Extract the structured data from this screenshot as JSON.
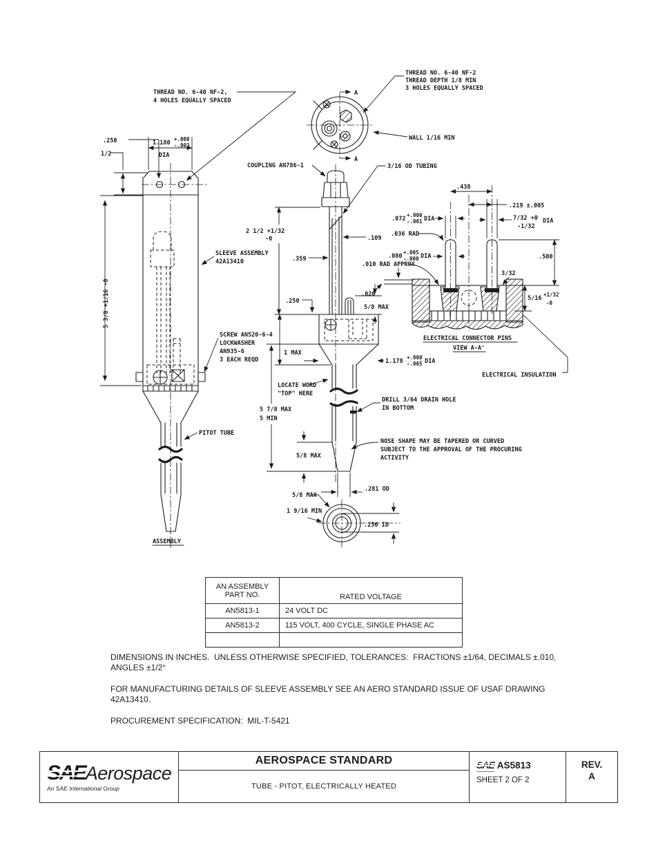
{
  "drawing": {
    "labels": {
      "thread4_1": "THREAD NO. 6-40 NF-2,",
      "thread4_2": "4 HOLES EQUALLY SPACED",
      "thread3_1": "THREAD NO. 6-40 NF-2",
      "thread3_2": "THREAD DEPTH 1/8 MIN",
      "thread3_3": "3 HOLES EQUALLY SPACED",
      "wall": "WALL 1/16 MIN",
      "section_a": "A",
      "dim_250": ".250",
      "dim_half": "1/2",
      "dia_1180": "1.180",
      "tol_p000": "+.000",
      "tol_m003": "-.003",
      "dia": "DIA",
      "height_538": "5 3/8 +1/16 -0",
      "sleeve_1": "SLEEVE ASSEMBLY",
      "sleeve_2": "42A13410",
      "screw_1": "SCREW AN520-6-4",
      "screw_2": "LOCKWASHER",
      "screw_3": "AN935-6",
      "screw_4": "3 EACH REQD",
      "pitot_tube": "PITOT TUBE",
      "assembly": "ASSEMBLY",
      "coupling": "COUPLING AN786-1",
      "od_tubing": "3/16 OD TUBING",
      "dim_2half_1": "2 1/2 +1/32",
      "dim_2half_2": "-0",
      "dim_109": ".109",
      "dim_359": ".359",
      "dim_58max": "5/8 MAX",
      "dim_1max": "1 MAX",
      "dia_1178": "1.178",
      "tol_m005": "-.005",
      "locate_1": "LOCATE WORD",
      "locate_2": "\"TOP\" HERE",
      "drill_1": "DRILL 3/64 DRAIN HOLE",
      "drill_2": "IN BOTTOM",
      "dim_578max": "5 7/8 MAX",
      "dim_5min": "5 MIN",
      "nose_1": "NOSE SHAPE MAY BE TAPERED OR CURVED",
      "nose_2": "SUBJECT TO THE APPROVAL OF THE PROCURING",
      "nose_3": "ACTIVITY",
      "dim_281": ".281 OD",
      "dim_1916min": "1 9/16 MIN",
      "dim_250id": ".250 ID",
      "dim_438": ".438",
      "dim_219": ".219 ±.005",
      "dia_072": ".072",
      "tol_m001": "-.001",
      "dim_036": ".036 RAD",
      "dia_080": ".080",
      "tol_p005": "+.005",
      "tol_m000": "-.000",
      "dim_010": ".010 RAD APPROX",
      "dim_020": ".020",
      "dim_732_1": "7/32 +0",
      "dim_732_2": "-1/32",
      "dim_500": ".500",
      "dim_332": "3/32",
      "dim_516_1": "5/16",
      "dim_516_2": "+1/32",
      "dim_516_3": "-0",
      "elec_pins_1": "ELECTRICAL CONNECTOR PINS",
      "elec_pins_2": "VIEW A-A'",
      "elec_insul": "ELECTRICAL INSULATION"
    }
  },
  "table": {
    "header": {
      "col1_line1": "AN ASSEMBLY",
      "col1_line2": "PART NO.",
      "col2": "RATED VOLTAGE"
    },
    "rows": [
      [
        "AN5813-1",
        "24 VOLT DC"
      ],
      [
        "AN5813-2",
        "115 VOLT, 400 CYCLE, SINGLE PHASE AC"
      ]
    ]
  },
  "notes": {
    "tolerances": "DIMENSIONS IN INCHES.  UNLESS OTHERWISE SPECIFIED, TOLERANCES:  FRACTIONS ±1/64, DECIMALS ±.010, ANGLES ±1/2°",
    "manufacturing": "FOR MANUFACTURING DETAILS OF SLEEVE ASSEMBLY SEE AN AERO STANDARD ISSUE OF USAF DRAWING 42A13410.",
    "procurement": "PROCUREMENT SPECIFICATION:  MIL-T-5421"
  },
  "footer": {
    "logo_sae": "SAE",
    "logo_aerospace": "Aerospace",
    "logo_tagline": "An SAE International Group",
    "doc_type": "AEROSPACE STANDARD",
    "doc_title": "TUBE - PITOT, ELECTRICALLY HEATED",
    "num_logo": "SAE",
    "doc_number": "AS5813",
    "sheet_label": "SHEET",
    "sheet_value": "2 OF 2",
    "rev_label": "REV.",
    "rev_value": "A"
  }
}
